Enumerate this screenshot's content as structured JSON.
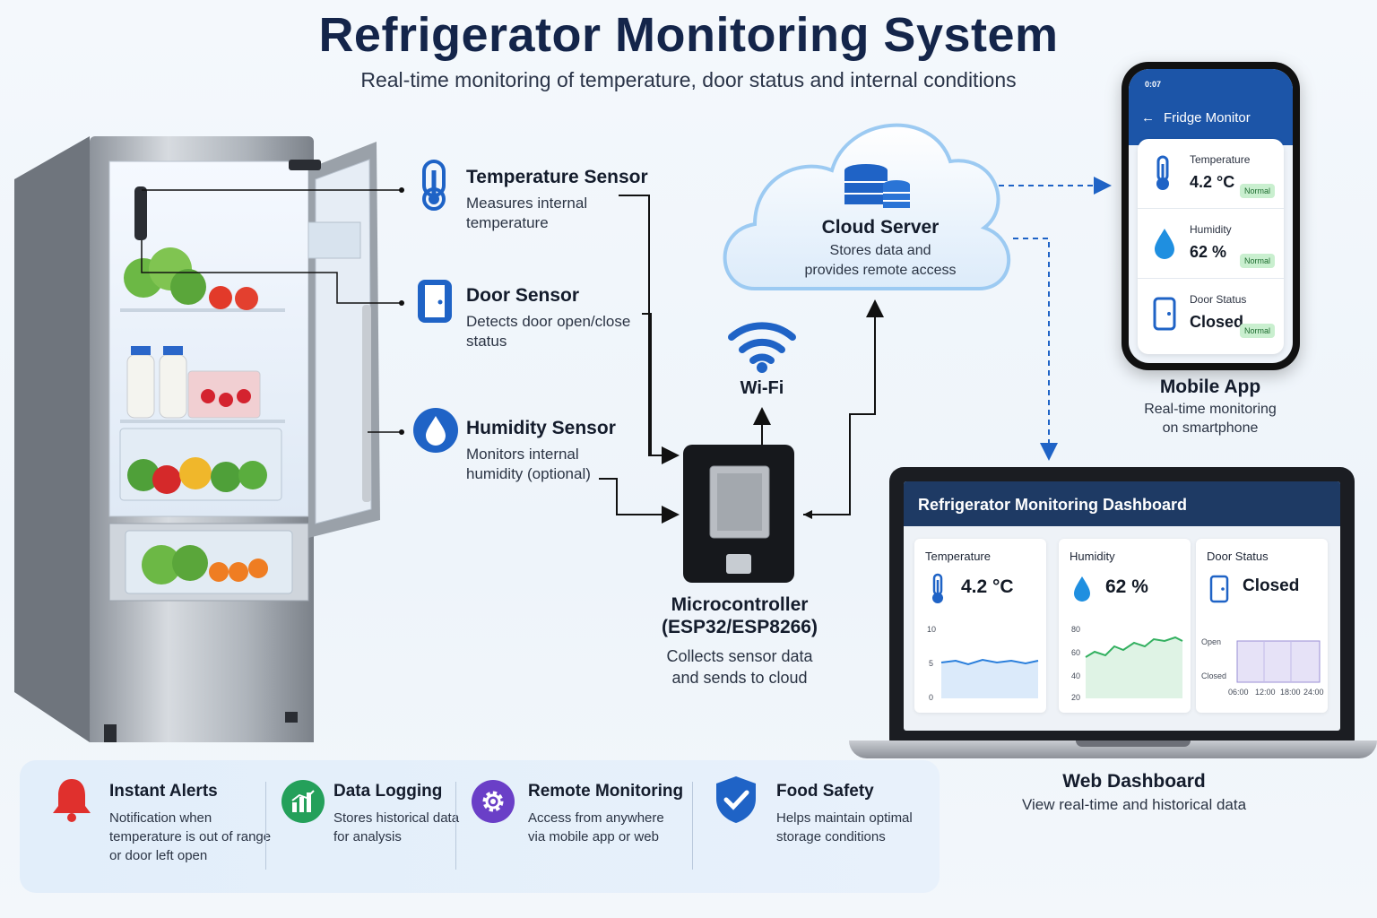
{
  "header": {
    "title": "Refrigerator Monitoring System",
    "subtitle": "Real-time monitoring of temperature, door status and internal conditions"
  },
  "sensors": [
    {
      "title": "Temperature Sensor",
      "desc_line1": "Measures internal",
      "desc_line2": "temperature",
      "icon": "thermometer-icon"
    },
    {
      "title": "Door Sensor",
      "desc_line1": "Detects door open/close",
      "desc_line2": "status",
      "icon": "door-icon"
    },
    {
      "title": "Humidity Sensor",
      "desc_line1": "Monitors internal",
      "desc_line2": "humidity (optional)",
      "icon": "droplet-icon"
    }
  ],
  "microcontroller": {
    "title_line1": "Microcontroller",
    "title_line2": "(ESP32/ESP8266)",
    "desc_line1": "Collects sensor data",
    "desc_line2": "and sends to cloud"
  },
  "wifi": {
    "label": "Wi-Fi"
  },
  "cloud": {
    "title": "Cloud Server",
    "desc_line1": "Stores data and",
    "desc_line2": "provides remote access"
  },
  "mobile_app": {
    "status_time": "0:07",
    "app_title": "Fridge Monitor",
    "rows": [
      {
        "label": "Temperature",
        "value": "4.2 °C",
        "badge": "Normal"
      },
      {
        "label": "Humidity",
        "value": "62 %",
        "badge": "Normal"
      },
      {
        "label": "Door Status",
        "value": "Closed",
        "badge": "Normal"
      }
    ],
    "caption_title": "Mobile App",
    "caption_line1": "Real-time monitoring",
    "caption_line2": "on smartphone"
  },
  "dashboard": {
    "title": "Refrigerator Monitoring Dashboard",
    "cards": [
      {
        "label": "Temperature",
        "value": "4.2 °C",
        "y_ticks": [
          "10",
          "5",
          "0"
        ]
      },
      {
        "label": "Humidity",
        "value": "62 %",
        "y_ticks": [
          "80",
          "60",
          "40",
          "20"
        ]
      },
      {
        "label": "Door Status",
        "value": "Closed",
        "y_ticks": [
          "Open",
          "Closed"
        ],
        "x_ticks": [
          "06:00",
          "12:00",
          "18:00",
          "24:00"
        ]
      }
    ],
    "caption_title": "Web Dashboard",
    "caption_desc": "View real-time and historical data"
  },
  "features": [
    {
      "title": "Instant Alerts",
      "desc_line1": "Notification when",
      "desc_line2": "temperature is out of range",
      "desc_line3": "or door left open",
      "color": "#e0302d",
      "icon": "bell-icon"
    },
    {
      "title": "Data Logging",
      "desc_line1": "Stores historical data",
      "desc_line2": "for analysis",
      "desc_line3": "",
      "color": "#24a05a",
      "icon": "chart-icon"
    },
    {
      "title": "Remote Monitoring",
      "desc_line1": "Access from anywhere",
      "desc_line2": "via mobile app or web",
      "desc_line3": "",
      "color": "#6a3fc7",
      "icon": "gear-icon"
    },
    {
      "title": "Food Safety",
      "desc_line1": "Helps maintain optimal",
      "desc_line2": "storage conditions",
      "desc_line3": "",
      "color": "#1f63c6",
      "icon": "shield-check-icon"
    }
  ],
  "colors": {
    "title": "#14254a",
    "accent_blue": "#1f63c6",
    "dashboard_header": "#1e3a64",
    "phone_header": "#1c55a8",
    "normal_badge": "#c9efcf"
  }
}
